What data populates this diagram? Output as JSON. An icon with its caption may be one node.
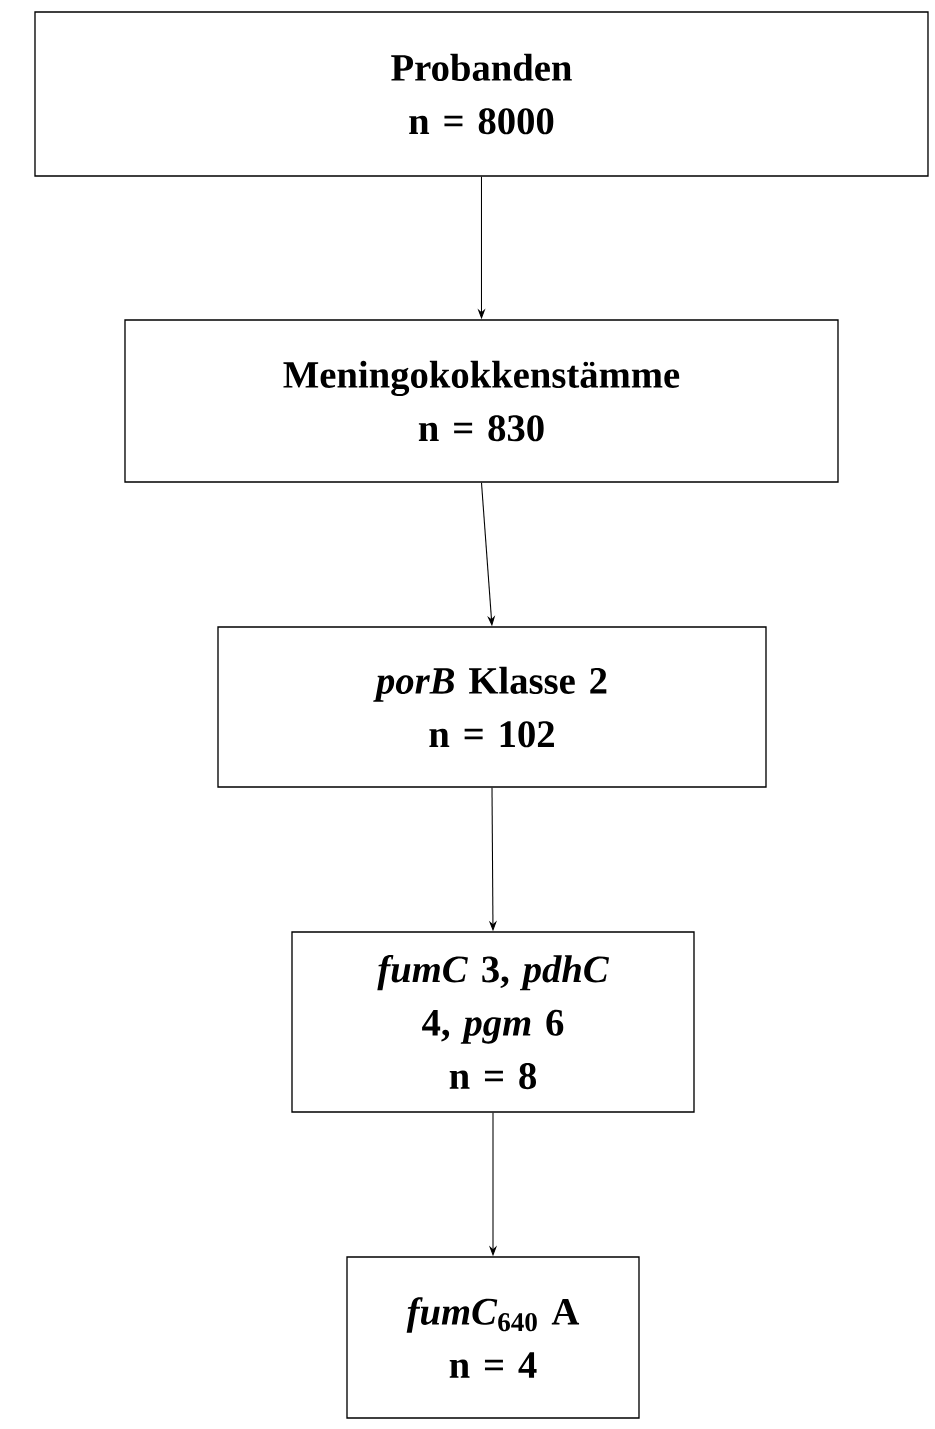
{
  "diagram": {
    "nodes": [
      {
        "text": [
          "Probanden",
          "n = 8000"
        ]
      },
      {
        "text": [
          "Meningokokkenstämme",
          "n = 830"
        ]
      },
      {
        "text": [
          "*porB* Klasse 2",
          "n = 102"
        ]
      },
      {
        "text": [
          "*fumC* 3, *pdhC* 4, *pgm* 6",
          "n = 8"
        ]
      },
      {
        "text": [
          "*fumC*$_{640}$ A",
          "n = 4"
        ]
      }
    ],
    "edges": [
      {
        "from": 0,
        "to": 1,
        "arrow": "to"
      },
      {
        "from": 1,
        "to": 2,
        "arrow": "to"
      },
      {
        "from": 2,
        "to": 3,
        "arrow": "to"
      },
      {
        "from": 3,
        "to": 4,
        "arrow": "to"
      }
    ]
  }
}
